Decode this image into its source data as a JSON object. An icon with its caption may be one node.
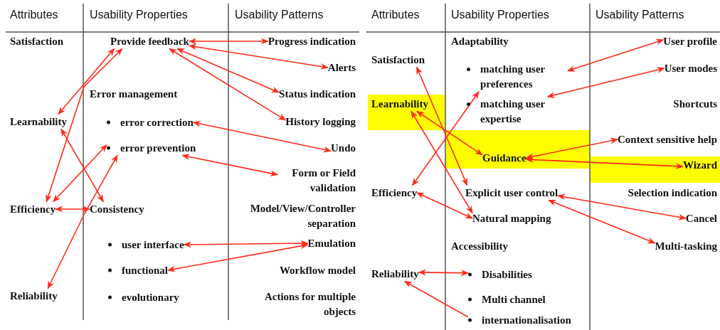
{
  "diagram": {
    "nodes": [
      {
        "text": [
          "Provide feedback"
        ]
      },
      {
        "text": [
          "Progress indication"
        ]
      },
      {
        "text": [
          "Alerts"
        ]
      },
      {
        "text": [
          "Status indication"
        ]
      },
      {
        "text": [
          "History logging"
        ]
      },
      {
        "text": [
          "Learnability"
        ]
      },
      {
        "text": [
          "error correction"
        ]
      },
      {
        "text": [
          "Undo"
        ]
      },
      {
        "text": [
          "error prevention"
        ]
      },
      {
        "text": [
          "Form or Field validation"
        ]
      },
      {
        "text": [
          "Efficiency"
        ]
      },
      {
        "text": [
          "Consistency"
        ]
      },
      {
        "text": [
          "user interface"
        ]
      },
      {
        "text": [
          "Emulation"
        ]
      },
      {
        "text": [
          "functional"
        ]
      },
      {
        "text": [
          "Reliability"
        ]
      },
      {
        "text": [
          "Satisfaction"
        ]
      },
      {
        "text": [
          "matching user preferences"
        ]
      },
      {
        "text": [
          "User profile"
        ]
      },
      {
        "text": [
          "User modes"
        ]
      },
      {
        "text": [
          "Learnability"
        ]
      },
      {
        "text": [
          "matching user expertise"
        ]
      },
      {
        "text": [
          "Context sensitive help"
        ]
      },
      {
        "text": [
          "Guidance"
        ]
      },
      {
        "text": [
          "Wizard"
        ]
      },
      {
        "text": [
          "Efficiency"
        ]
      },
      {
        "text": [
          "Explicit user control"
        ]
      },
      {
        "text": [
          "Cancel"
        ]
      },
      {
        "text": [
          "Natural mapping"
        ]
      },
      {
        "text": [
          "Multi-tasking"
        ]
      },
      {
        "text": [
          "Reliability"
        ]
      },
      {
        "text": [
          "Disabilities"
        ]
      },
      {
        "text": [
          "internationalisation"
        ]
      }
    ],
    "edges": [
      {
        "from": 0,
        "to": 1,
        "arrow": "both"
      },
      {
        "from": 0,
        "to": 2,
        "arrow": "both"
      },
      {
        "from": 0,
        "to": 3,
        "arrow": "both"
      },
      {
        "from": 0,
        "to": 4,
        "arrow": "both"
      },
      {
        "from": 5,
        "to": 0,
        "arrow": "both"
      },
      {
        "from": 10,
        "to": 0,
        "arrow": "both"
      },
      {
        "from": 5,
        "to": 11,
        "arrow": "both"
      },
      {
        "from": 10,
        "to": 8,
        "arrow": "both"
      },
      {
        "from": 10,
        "to": 11,
        "arrow": "both"
      },
      {
        "from": 15,
        "to": 8,
        "arrow": "both"
      },
      {
        "from": 6,
        "to": 7,
        "arrow": "both"
      },
      {
        "from": 8,
        "to": 9,
        "arrow": "both"
      },
      {
        "from": 12,
        "to": 13,
        "arrow": "both"
      },
      {
        "from": 14,
        "to": 13,
        "arrow": "both"
      },
      {
        "from": 17,
        "to": 18,
        "arrow": "both"
      },
      {
        "from": 21,
        "to": 19,
        "arrow": "both"
      },
      {
        "from": 16,
        "to": 26,
        "arrow": "both"
      },
      {
        "from": 25,
        "to": 17,
        "arrow": "both"
      },
      {
        "from": 20,
        "to": 23,
        "arrow": "both"
      },
      {
        "from": 20,
        "to": 28,
        "arrow": "both"
      },
      {
        "from": 23,
        "to": 22,
        "arrow": "both"
      },
      {
        "from": 23,
        "to": 24,
        "arrow": "both"
      },
      {
        "from": 25,
        "to": 28,
        "arrow": "both"
      },
      {
        "from": 26,
        "to": 27,
        "arrow": "both"
      },
      {
        "from": 26,
        "to": 29,
        "arrow": "both"
      },
      {
        "from": 30,
        "to": 31,
        "arrow": "both"
      },
      {
        "from": 32,
        "to": 30,
        "arrow": "to"
      }
    ],
    "labels": [
      "Attributes",
      "Usability Properties",
      "Usability Patterns",
      "Satisfaction",
      "Error management",
      "Model/View/Controller separation",
      "Workflow model",
      "evolutionary",
      "Actions for multiple objects",
      "Attributes",
      "Usability Properties",
      "Usability Patterns",
      "Adaptability",
      "Shortcuts",
      "Selection indication",
      "Accessibility",
      "Multi channel"
    ]
  }
}
